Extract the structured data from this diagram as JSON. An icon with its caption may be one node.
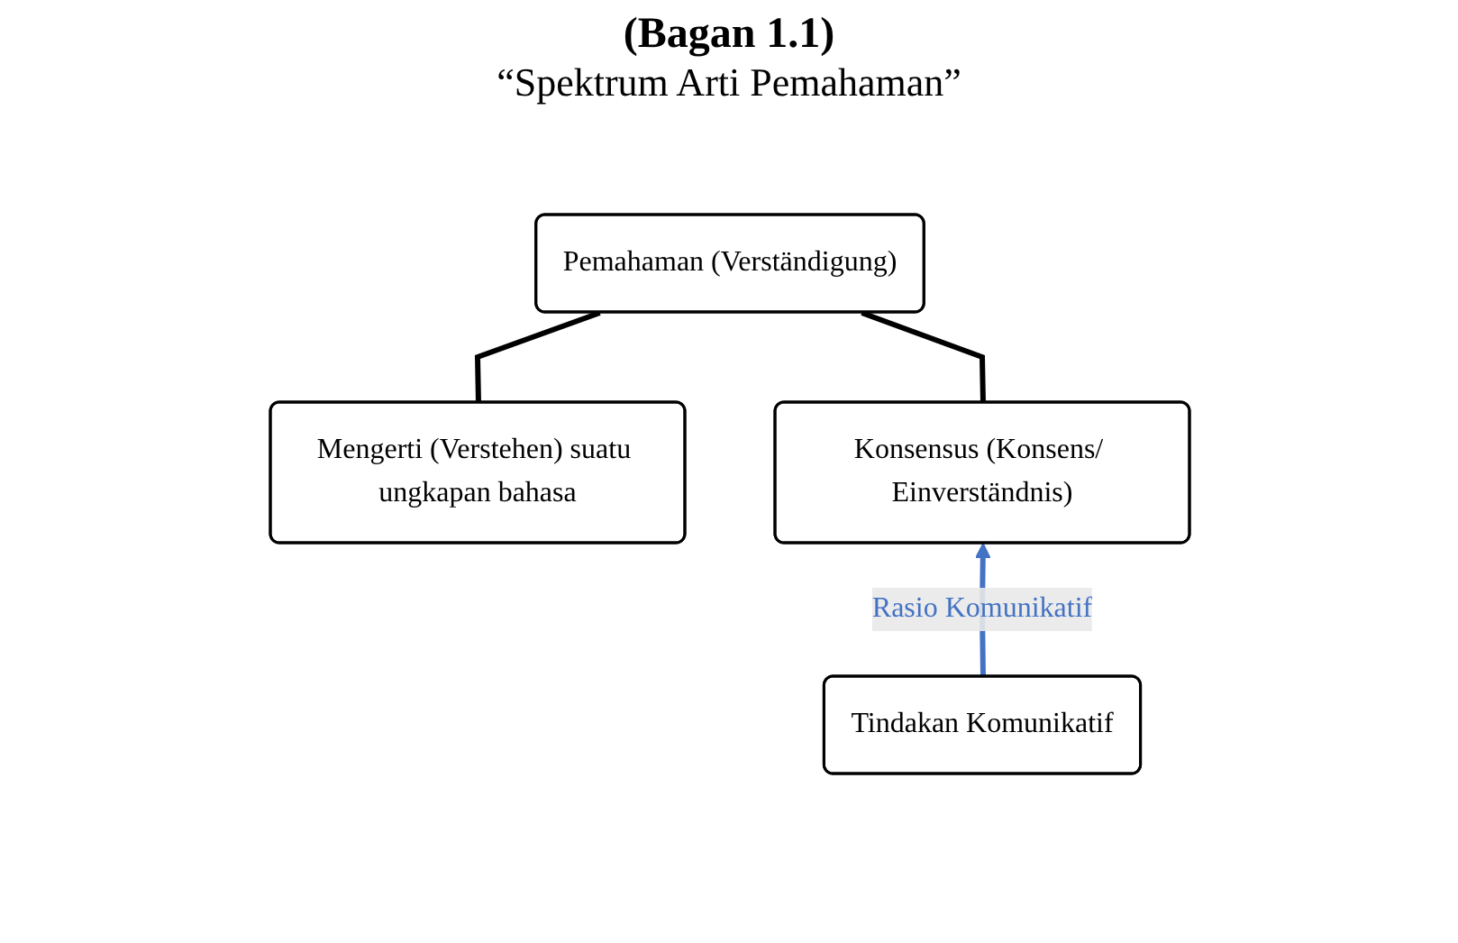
{
  "diagram": {
    "title": "(Bagan 1.1)",
    "caption": "“Spektrum Arti Pemahaman”",
    "nodes": [
      {
        "text": [
          "Pemahaman (Verständigung)"
        ]
      },
      {
        "text": [
          "Mengerti (Verstehen) suatu ungkapan bahasa"
        ]
      },
      {
        "text": [
          "Konsensus (Konsens/ Einverständnis)"
        ]
      },
      {
        "text": [
          "Tindakan Komunikatif"
        ]
      }
    ],
    "edges": [
      {
        "from": 1,
        "to": 0,
        "arrow": "none"
      },
      {
        "from": 2,
        "to": 0,
        "arrow": "none"
      },
      {
        "from": 3,
        "to": 2,
        "arrow": "to",
        "label": "Rasio Komunikatif",
        "color": "#4472c4"
      }
    ]
  }
}
